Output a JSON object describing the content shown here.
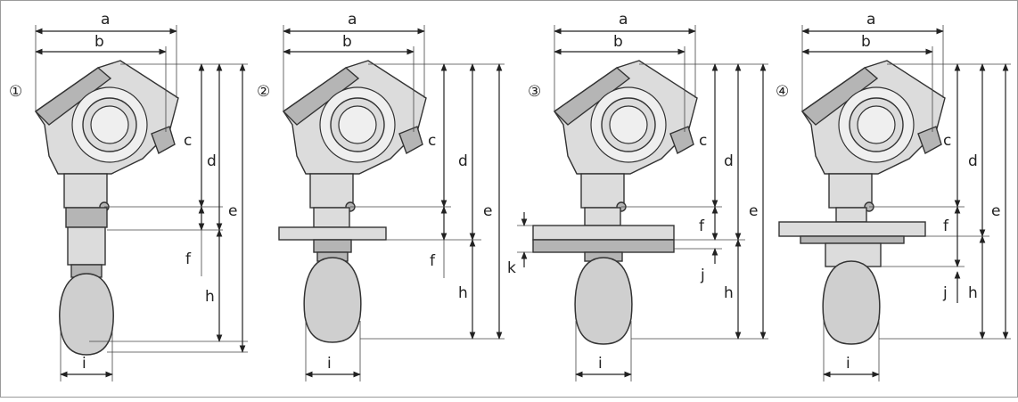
{
  "figure": {
    "border_color": "#9a9a9a",
    "device_colors": {
      "body": "#dcdcdc",
      "shade": "#b5b5b5",
      "light": "#efefef",
      "lens": "#cfcfcf"
    },
    "variants": [
      {
        "number": "①",
        "labels": {
          "a": "a",
          "b": "b",
          "c": "c",
          "d": "d",
          "e": "e",
          "f": "f",
          "h": "h",
          "i": "i"
        }
      },
      {
        "number": "②",
        "labels": {
          "a": "a",
          "b": "b",
          "c": "c",
          "d": "d",
          "e": "e",
          "f": "f",
          "h": "h",
          "i": "i"
        }
      },
      {
        "number": "③",
        "labels": {
          "a": "a",
          "b": "b",
          "c": "c",
          "d": "d",
          "e": "e",
          "f": "f",
          "h": "h",
          "i": "i",
          "j": "j",
          "k": "k"
        }
      },
      {
        "number": "④",
        "labels": {
          "a": "a",
          "b": "b",
          "c": "c",
          "d": "d",
          "e": "e",
          "f": "f",
          "h": "h",
          "i": "i",
          "j": "j"
        }
      }
    ]
  }
}
